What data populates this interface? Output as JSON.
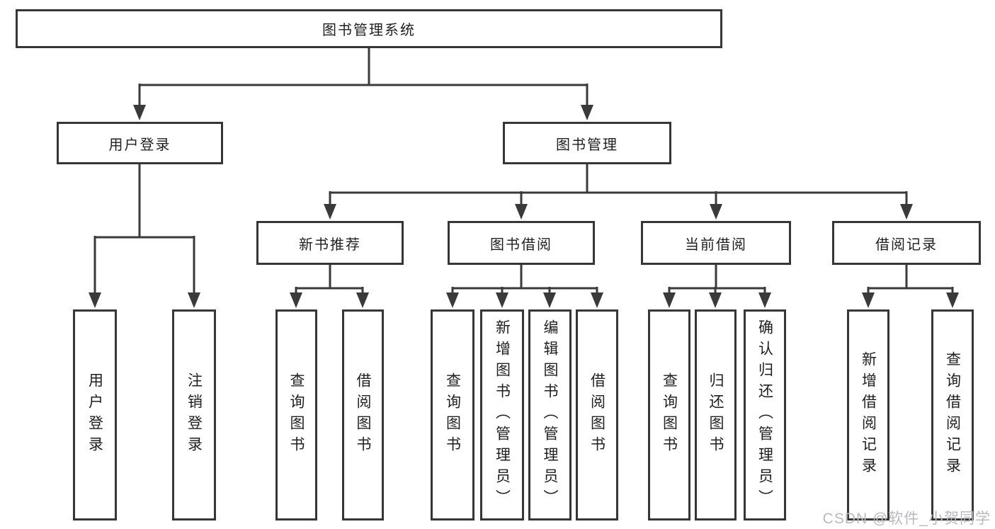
{
  "diagram": {
    "type": "hierarchy-tree",
    "title": "图书管理系统"
  },
  "colors": {
    "line": "#3a3a3a",
    "box_border": "#363636",
    "text": "#1f1f1f",
    "background": "#ffffff",
    "watermark": "#b9b9be"
  },
  "nodes": {
    "root": {
      "label": "图书管理系统"
    },
    "user_login": {
      "label": "用户登录"
    },
    "book_management": {
      "label": "图书管理"
    },
    "new_book": {
      "label": "新书推荐"
    },
    "book_borrow": {
      "label": "图书借阅"
    },
    "current_borrow": {
      "label": "当前借阅"
    },
    "borrow_records": {
      "label": "借阅记录"
    },
    "leaf_user_login": {
      "label": "用户登录"
    },
    "leaf_logout": {
      "label": "注销登录"
    },
    "leaf_nb_query": {
      "label": "查询图书"
    },
    "leaf_nb_borrow": {
      "label": "借阅图书"
    },
    "leaf_bb_query": {
      "label": "查询图书"
    },
    "leaf_bb_add": {
      "label": "新增图书（管理员）"
    },
    "leaf_bb_edit": {
      "label": "编辑图书（管理员）"
    },
    "leaf_bb_borrow": {
      "label": "借阅图书"
    },
    "leaf_cb_query": {
      "label": "查询图书"
    },
    "leaf_cb_return": {
      "label": "归还图书"
    },
    "leaf_cb_confirm": {
      "label": "确认归还（管理员）"
    },
    "leaf_br_add": {
      "label": "新增借阅记录"
    },
    "leaf_br_query": {
      "label": "查询借阅记录"
    }
  },
  "watermark": {
    "text": "CSDN @软件_小贺同学"
  }
}
